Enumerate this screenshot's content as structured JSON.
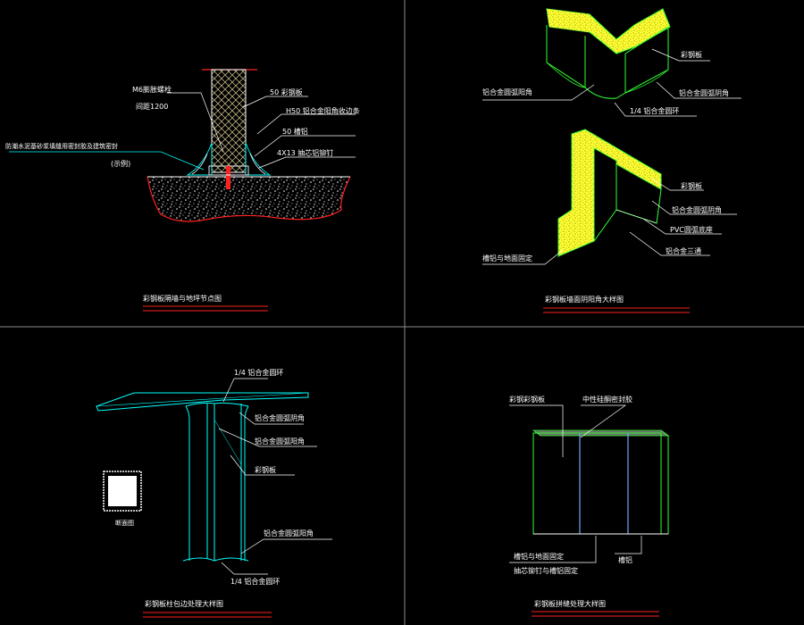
{
  "colors": {
    "background": "#000000",
    "frame": "#8a8a8a",
    "leader": "#ffffff",
    "cyan": "#00ffff",
    "green": "#33ff33",
    "yellow": "#ffff33",
    "red": "#ff2020",
    "hatch": "#ffffff"
  },
  "q1": {
    "labels": {
      "bolt": "M6膨胀螺栓",
      "spacing": "间距1200",
      "panel": "50 彩钢板",
      "angle": "H50 铝合金阳角收边条",
      "channel": "50 槽铝",
      "rivet": "4X13 抽芯铝铆钉",
      "sealant": "防潮水泥基砂浆填缝用密封胶及建筑密封",
      "sealant2": "(示例)"
    },
    "title": "彩钢板隔墙与地坪节点图"
  },
  "q2": {
    "labels": {
      "top_panel": "彩钢板",
      "top_outer": "铝合金圆弧阳角",
      "top_inner": "铝合金圆弧阴角",
      "top_quarter": "1/4 铝合金圆环",
      "bot_panel": "彩钢板",
      "bot_inner": "铝合金圆弧阴角",
      "bot_pvc": "PVC圆弧底座",
      "bot_three": "铝合金三通",
      "bot_ground": "槽铝与地面固定"
    },
    "title": "彩钢板墙面阴阳角大样图"
  },
  "q3": {
    "labels": {
      "quarter_top": "1/4 铝合金圆环",
      "inner": "铝合金圆弧阴角",
      "outer": "铝合金圆弧阳角",
      "panel": "彩钢板",
      "outer2": "铝合金圆弧阳角",
      "quarter_bot": "1/4 铝合金圆环",
      "section": "断面图"
    },
    "title": "彩钢板柱包边处理大样图"
  },
  "q4": {
    "labels": {
      "panel": "彩钢彩钢板",
      "seam": "中性硅酮密封胶",
      "channel_fix": "槽铝与地面固定",
      "rivet_fix": "抽芯铆钉与槽铝固定",
      "channel": "槽铝"
    },
    "title": "彩钢板拼缝处理大样图"
  }
}
